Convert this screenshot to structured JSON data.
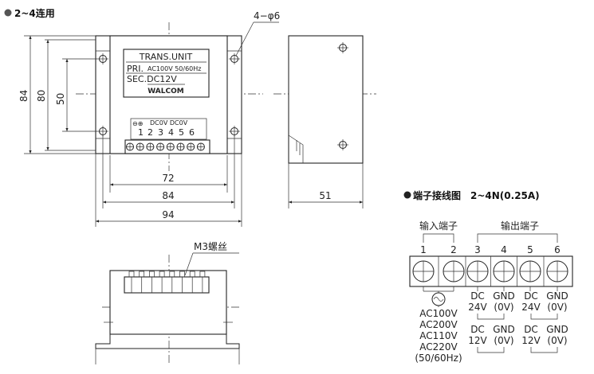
{
  "header": {
    "bullet_color": "#555555",
    "title": "2~4连用"
  },
  "front_view": {
    "hole_note": "4−φ6",
    "label_lines": [
      "TRANS.UNIT",
      "PRI.",
      "AC100V 50/60Hz",
      "SEC.DC12V"
    ],
    "brand": "WALCOM",
    "terminal_header": "DC0V DC0V",
    "terminal_numbers": [
      "1",
      "2",
      "3",
      "4",
      "5",
      "6"
    ],
    "dim_width_inner": "72",
    "dim_width_mid": "84",
    "dim_width_outer": "94",
    "dim_height_outer": "84",
    "dim_height_mid": "80",
    "dim_height_inner": "50"
  },
  "side_view": {
    "dim_depth": "51"
  },
  "bottom_view": {
    "screw_label": "M3螺丝"
  },
  "wiring": {
    "title": "端子接线图　2~4N(0.25A)",
    "input_label": "输入端子",
    "output_label": "输出端子",
    "terminals": [
      "1",
      "2",
      "3",
      "4",
      "5",
      "6"
    ],
    "input_voltages": [
      "AC100V",
      "AC200V",
      "AC110V",
      "AC220V",
      "(50/60Hz)"
    ],
    "out_24_pairs": [
      [
        "DC",
        "24V"
      ],
      [
        "GND",
        "(0V)"
      ],
      [
        "DC",
        "24V"
      ],
      [
        "GND",
        "(0V)"
      ]
    ],
    "out_12_pairs": [
      [
        "DC",
        "12V"
      ],
      [
        "GND",
        "(0V)"
      ],
      [
        "DC",
        "12V"
      ],
      [
        "GND",
        "(0V)"
      ]
    ]
  }
}
